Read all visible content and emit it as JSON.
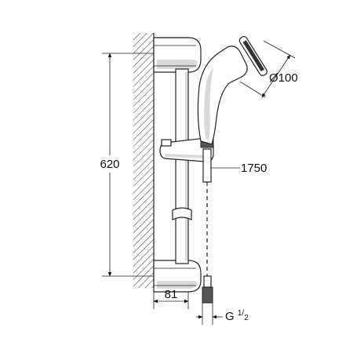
{
  "dimensions": {
    "height": "620",
    "hose_length": "1750",
    "diameter": "100",
    "diameter_symbol": "Ø",
    "wall_offset": "81",
    "connection_prefix": "G",
    "connection_num": "1",
    "connection_den": "2"
  }
}
